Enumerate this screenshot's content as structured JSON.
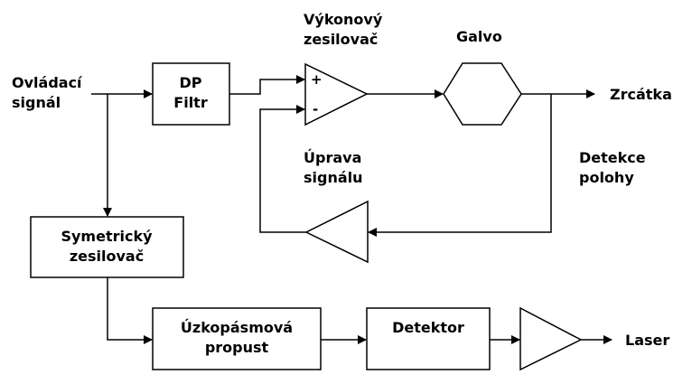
{
  "diagram": {
    "type": "block-diagram",
    "labels": {
      "control_signal": [
        "Ovládací",
        "signál"
      ],
      "power_amp": [
        "Výkonový",
        "zesilovač"
      ],
      "galvo": "Galvo",
      "mirrors": "Zrcátka",
      "signal_conditioning": [
        "Úprava",
        "signálu"
      ],
      "position_detection": [
        "Detekce",
        "polohy"
      ],
      "laser": "Laser"
    },
    "blocks": {
      "lowpass": [
        "DP",
        "Filtr"
      ],
      "symmetric_amp": [
        "Symetrický",
        "zesilovač"
      ],
      "bandpass": [
        "Úzkopásmová",
        "propust"
      ],
      "detector": "Detektor"
    },
    "opamp_inputs": {
      "plus": "+",
      "minus": "-"
    }
  }
}
